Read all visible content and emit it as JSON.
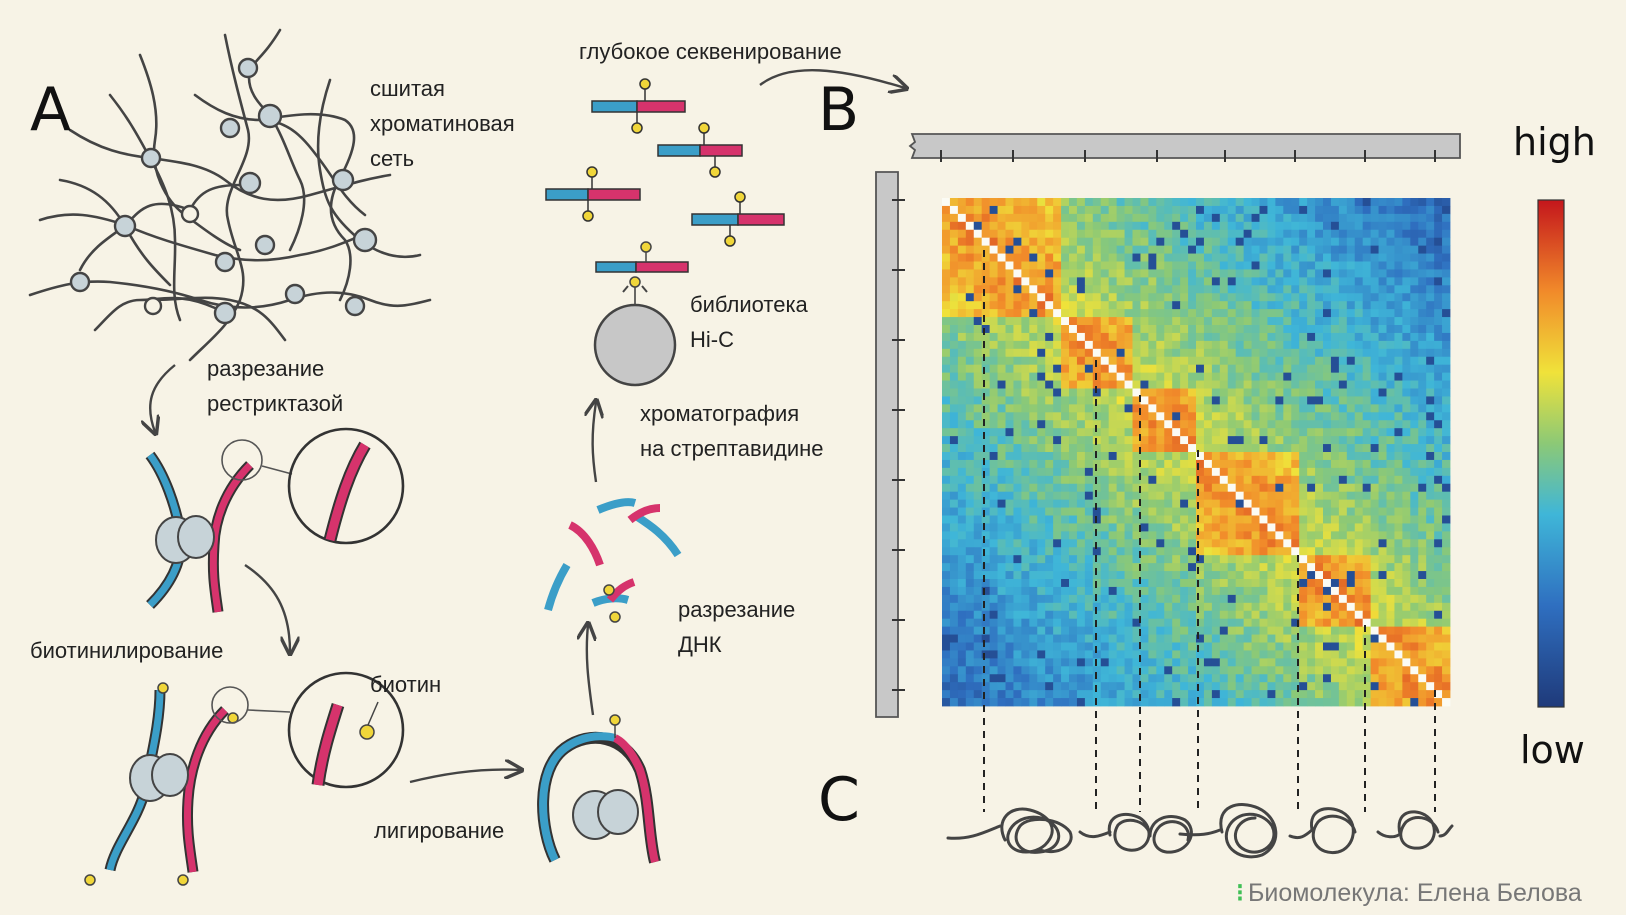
{
  "panels": {
    "a": "A",
    "b": "B",
    "c": "C"
  },
  "labels": {
    "crosslinked_network": [
      "сшитая",
      "хроматиновая",
      "сеть"
    ],
    "restriction_cut": [
      "разрезание",
      "рестриктазой"
    ],
    "biotinylation": "биотинилирование",
    "biotin": "биотин",
    "ligation": "лигирование",
    "dna_cut": [
      "разрезание",
      "ДНК"
    ],
    "streptavidin": [
      "хроматография",
      "на стрептавидине"
    ],
    "library": [
      "библиотека",
      "Hi-C"
    ],
    "deep_sequencing": "глубокое секвенирование"
  },
  "scale": {
    "high": "high",
    "low": "low"
  },
  "credit": "Биомолекула: Елена Белова",
  "colors": {
    "background": "#f7f3e6",
    "dna_blue": "#3b9ec8",
    "dna_red": "#d6336c",
    "nucleosome": "#c7d3d8",
    "biotin": "#f0d63a",
    "heatmap_low": "#2b4f9c",
    "heatmap_high": "#d01f1f"
  },
  "heatmap": {
    "diagonal_domains": [
      [
        0.0,
        0.23
      ],
      [
        0.23,
        0.38
      ],
      [
        0.38,
        0.5
      ],
      [
        0.5,
        0.7
      ],
      [
        0.7,
        0.84
      ],
      [
        0.84,
        1.0
      ]
    ]
  }
}
